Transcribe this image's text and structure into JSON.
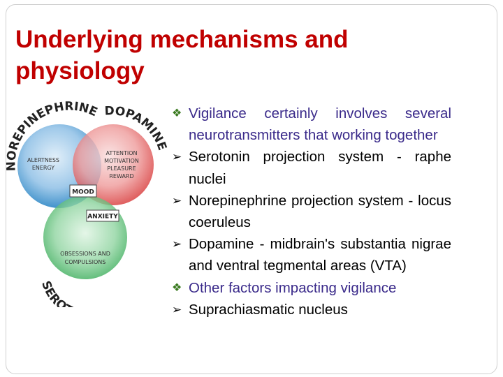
{
  "slide": {
    "title": "Underlying mechanisms and\n physiology"
  },
  "diagram": {
    "colors": {
      "norepinephrine": "#1f7fc2",
      "dopamine": "#d83a3a",
      "serotonin": "#28a44a"
    },
    "labels": {
      "norepinephrine": "NOREPINEPHRINE",
      "dopamine": "DOPAMINE",
      "serotonin": "SEROTONIN",
      "alertness": "ALERTNESS",
      "energy": "ENERGY",
      "attention": "ATTENTION",
      "motivation": "MOTIVATION",
      "pleasure": "PLEASURE",
      "reward": "REWARD",
      "mood": "MOOD",
      "anxiety": "ANXIETY",
      "obsessions": "OBSESSIONS AND",
      "compulsions": "COMPULSIONS"
    }
  },
  "bullets": [
    {
      "marker": "❖",
      "text": "Vigilance certainly involves several neurotransmitters that working together",
      "kind": "head"
    },
    {
      "marker": "➢",
      "text": "Serotonin projection system - raphe nuclei",
      "kind": "sub"
    },
    {
      "marker": "➢",
      "text": "Norepinephrine projection system - locus coeruleus",
      "kind": "sub"
    },
    {
      "marker": "➢",
      "text": "Dopamine - midbrain's substantia nigrae and ventral tegmental areas (VTA)",
      "kind": "sub"
    },
    {
      "marker": "❖",
      "text": "Other factors impacting vigilance",
      "kind": "head"
    },
    {
      "marker": "➢",
      "text": "Suprachiasmatic nucleus",
      "kind": "sub"
    }
  ]
}
